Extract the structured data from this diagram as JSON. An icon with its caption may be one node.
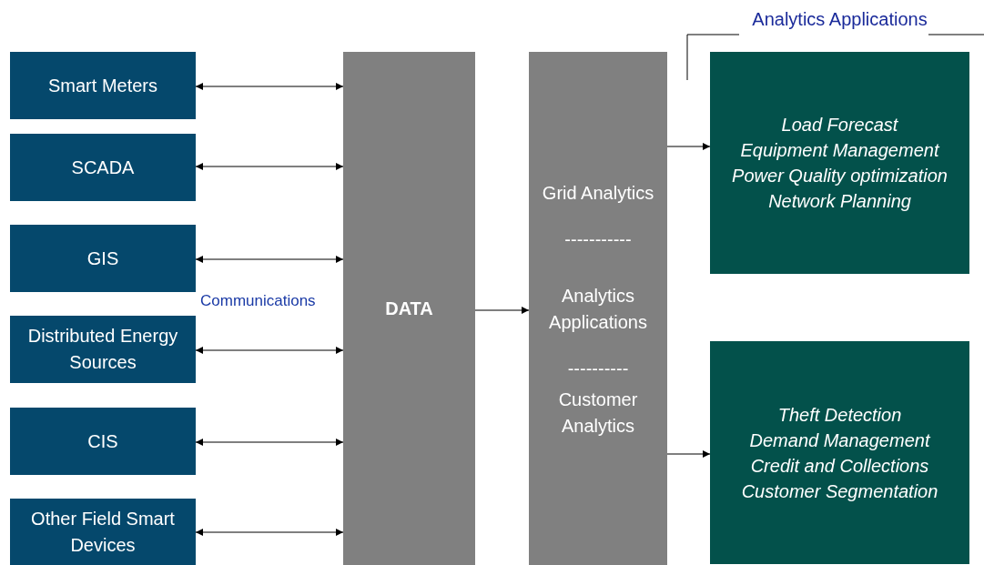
{
  "diagram": {
    "nodes": [
      {
        "text": [
          "Smart Meters"
        ]
      },
      {
        "text": [
          "SCADA"
        ]
      },
      {
        "text": [
          "GIS"
        ]
      },
      {
        "text": [
          "Distributed Energy Sources"
        ]
      },
      {
        "text": [
          "CIS"
        ]
      },
      {
        "text": [
          "Other Field Smart Devices"
        ]
      },
      {
        "text": [
          "DATA"
        ]
      },
      {
        "text": [
          "Grid Analytics",
          "-----------",
          "Analytics Applications",
          "----------",
          "Customer Analytics"
        ]
      },
      {
        "text": [
          "Analytics Applications",
          "Load Forecast",
          "Equipment Management",
          "Power Quality optimization",
          "Network Planning"
        ]
      },
      {
        "text": [
          "Theft Detection",
          "Demand Management",
          "Credit and Collections",
          "Customer Segmentation"
        ]
      }
    ],
    "edges": [
      {
        "from": 0,
        "to": 6,
        "arrow": "both"
      },
      {
        "from": 1,
        "to": 6,
        "arrow": "both"
      },
      {
        "from": 2,
        "to": 6,
        "arrow": "both"
      },
      {
        "from": 3,
        "to": 6,
        "arrow": "both"
      },
      {
        "from": 4,
        "to": 6,
        "arrow": "both"
      },
      {
        "from": 5,
        "to": 6,
        "arrow": "both"
      },
      {
        "from": 6,
        "to": 7,
        "arrow": "to"
      },
      {
        "from": 7,
        "to": 8,
        "arrow": "to"
      },
      {
        "from": 7,
        "to": 9,
        "arrow": "to"
      }
    ],
    "labels": [
      "Communications"
    ]
  }
}
